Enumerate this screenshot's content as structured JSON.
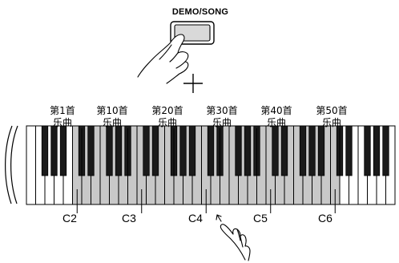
{
  "button_label": "DEMO/SONG",
  "song_markers": [
    {
      "line1": "第1首",
      "line2": "乐曲",
      "key": "C#2"
    },
    {
      "line1": "第10首",
      "line2": "乐曲",
      "key": "A#2"
    },
    {
      "line1": "第20首",
      "line2": "乐曲",
      "key": "F#3"
    },
    {
      "line1": "第30首",
      "line2": "乐曲",
      "key": "D#4"
    },
    {
      "line1": "第40首",
      "line2": "乐曲",
      "key": "A#4"
    },
    {
      "line1": "第50首",
      "line2": "乐曲",
      "key": "C#6"
    }
  ],
  "octave_labels": [
    "C2",
    "C3",
    "C4",
    "C5",
    "C6"
  ],
  "colors": {
    "highlight_key": "#c8c8c8",
    "white_key": "#ffffff",
    "black_key": "#1a1a1a",
    "button_face": "#d9d9d9",
    "outline": "#000000"
  },
  "icons": [
    "hand-pressing-button-icon",
    "plus-icon",
    "hand-pointing-key-icon"
  ]
}
